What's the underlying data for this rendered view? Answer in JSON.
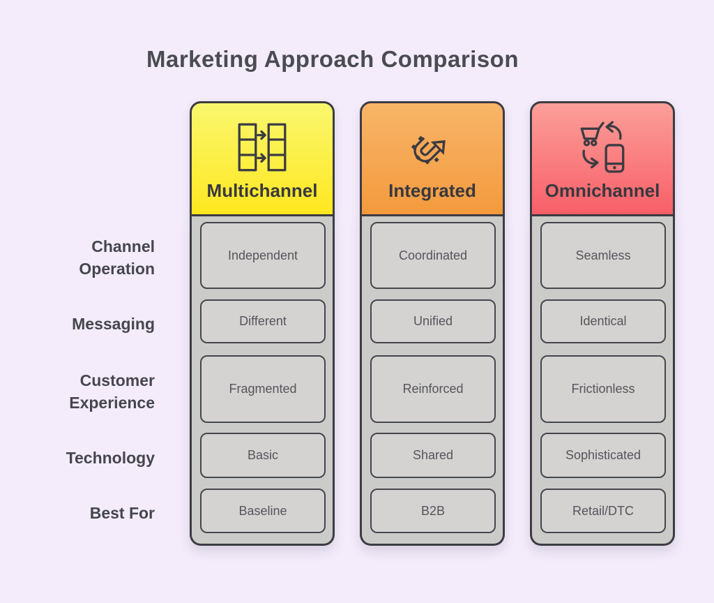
{
  "page": {
    "background_color": "#f4ecfb",
    "title": "Marketing Approach Comparison"
  },
  "row_labels": [
    "Channel\nOperation",
    "Messaging",
    "Customer\nExperience",
    "Technology",
    "Best For"
  ],
  "columns": [
    {
      "name": "Multichannel",
      "icon": "channels-flow-icon",
      "header_colors": {
        "top": "#f9f76e",
        "bottom": "#ffe720"
      },
      "values": [
        "Independent",
        "Different",
        "Fragmented",
        "Basic",
        "Baseline"
      ]
    },
    {
      "name": "Integrated",
      "icon": "uturn-arrow-sparkles-icon",
      "header_colors": {
        "top": "#f8b568",
        "bottom": "#f49a3d"
      },
      "values": [
        "Coordinated",
        "Unified",
        "Reinforced",
        "Shared",
        "B2B"
      ]
    },
    {
      "name": "Omnichannel",
      "icon": "cart-phone-sync-icon",
      "header_colors": {
        "top": "#fb9f99",
        "bottom": "#f85f68"
      },
      "values": [
        "Seamless",
        "Identical",
        "Frictionless",
        "Sophisticated",
        "Retail/DTC"
      ]
    }
  ]
}
